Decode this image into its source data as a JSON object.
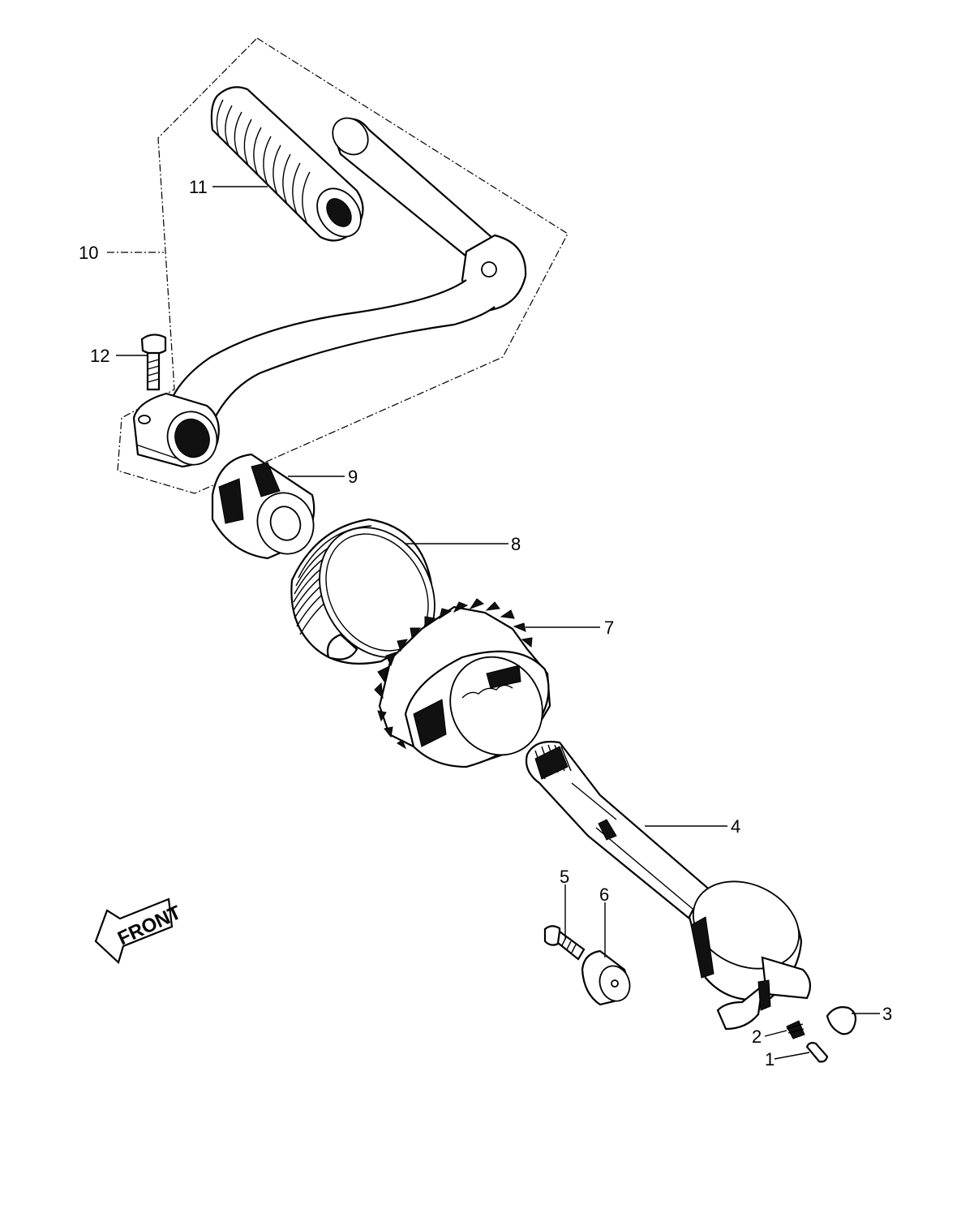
{
  "callouts": [
    {
      "id": "1",
      "label": "1"
    },
    {
      "id": "2",
      "label": "2"
    },
    {
      "id": "3",
      "label": "3"
    },
    {
      "id": "4",
      "label": "4"
    },
    {
      "id": "5",
      "label": "5"
    },
    {
      "id": "6",
      "label": "6"
    },
    {
      "id": "7",
      "label": "7"
    },
    {
      "id": "8",
      "label": "8"
    },
    {
      "id": "9",
      "label": "9"
    },
    {
      "id": "10",
      "label": "10"
    },
    {
      "id": "11",
      "label": "11"
    },
    {
      "id": "12",
      "label": "12"
    }
  ],
  "front_arrow": {
    "text": "FRONT"
  }
}
